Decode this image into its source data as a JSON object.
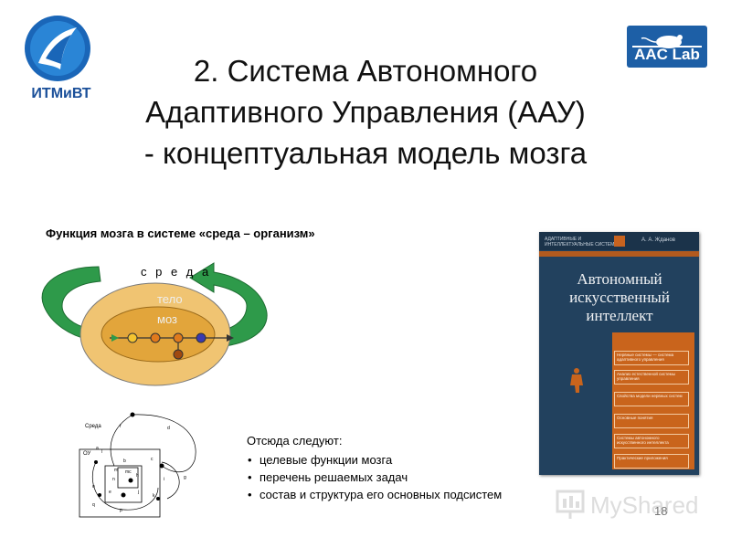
{
  "logos": {
    "left_org": "ИТМиВТ",
    "right_brand": "AAC Lab"
  },
  "title_lines": [
    "2. Система Автономного",
    "Адаптивного Управления (ААУ)",
    "- концептуальная модель мозга"
  ],
  "subtitle": "Функция мозга в системе «среда – организм»",
  "diagram": {
    "environment": "с р е д а",
    "body": "тело",
    "brain": "моз"
  },
  "schema": {
    "env_label": "Среда",
    "ou_label": "ОУ",
    "letters": [
      "a",
      "b",
      "c",
      "d",
      "e",
      "f",
      "g",
      "h",
      "i",
      "j",
      "k",
      "l",
      "m",
      "n",
      "o",
      "p",
      "q",
      "mc"
    ]
  },
  "consequences": {
    "heading": "Отсюда следуют:",
    "items": [
      "целевые функции мозга",
      "перечень решаемых задач",
      "состав и структура его основных подсистем"
    ]
  },
  "book": {
    "series": "Адаптивные и интеллектуальные системы",
    "author": "А. А. Жданов",
    "title": "Автономный искусственный интеллект",
    "contents": [
      "Нервные системы — система адаптивного управления",
      "Анализ естественной системы управления",
      "Свойства модели нервных систем",
      "Основные понятия",
      "Системы автономного искусственного интеллекта",
      "Практические приложения"
    ]
  },
  "watermark": "MyShared",
  "page_number": "18",
  "colors": {
    "arrow_green": "#2e9a4a",
    "organism_fill": "#f0c472",
    "brain_fill": "#e2a53b",
    "book_blue": "#22415e",
    "book_orange": "#c9641c",
    "logo_blue": "#1d5fa6"
  }
}
